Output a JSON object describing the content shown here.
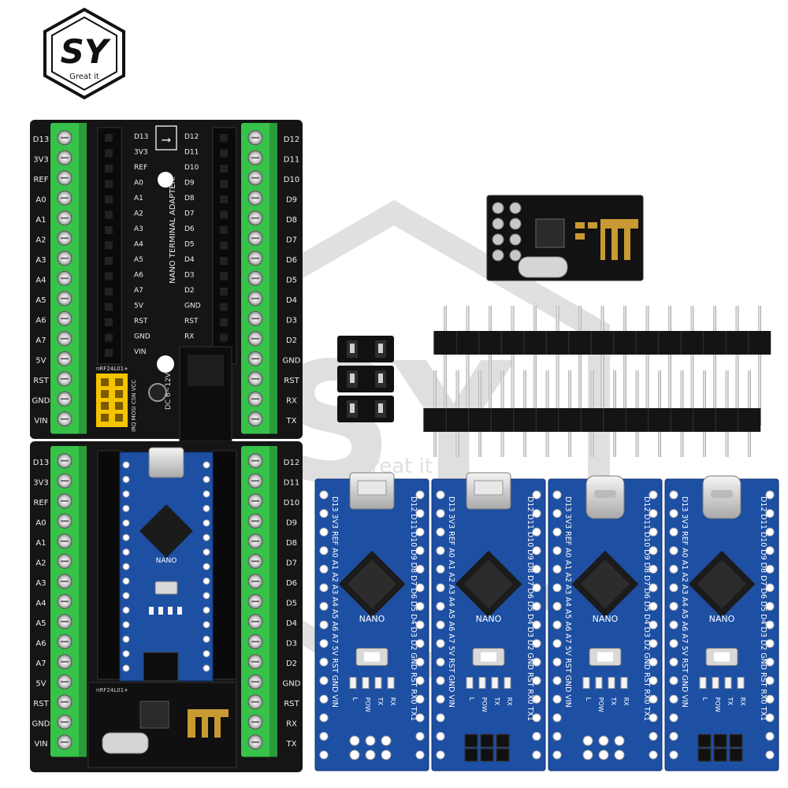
{
  "logo": {
    "monogram": "SY",
    "tagline": "Great it"
  },
  "watermark": {
    "text": "Great it"
  },
  "adapter_board": {
    "title": "NANO TERMINAL ADAPTER.",
    "power_label": "DC 6~12V",
    "rf_label": "nRF24L01+",
    "rf_pins": "IRQ MOSI CSN VCC",
    "left_edge_pins": [
      "D13",
      "3V3",
      "REF",
      "A0",
      "A1",
      "A2",
      "A3",
      "A4",
      "A5",
      "A6",
      "A7",
      "5V",
      "RST",
      "GND",
      "VIN"
    ],
    "right_edge_pins": [
      "D12",
      "D11",
      "D10",
      "D9",
      "D8",
      "D7",
      "D6",
      "D5",
      "D4",
      "D3",
      "D2",
      "GND",
      "RST",
      "RX",
      "TX"
    ],
    "inner_left_pins": [
      "D13",
      "3V3",
      "REF",
      "A0",
      "A1",
      "A2",
      "A3",
      "A4",
      "A5",
      "A6",
      "A7",
      "5V",
      "RST",
      "GND",
      "VIN"
    ],
    "inner_right_pins": [
      "D12",
      "D11",
      "D10",
      "D9",
      "D8",
      "D7",
      "D6",
      "D5",
      "D4",
      "D3",
      "D2",
      "GND",
      "RST",
      "RX",
      "TX"
    ]
  },
  "nano": {
    "label": "NANO",
    "leds": [
      "L",
      "POW",
      "TX",
      "RX"
    ],
    "top_left": "D13 3V3 REF A0 A1 A2 A3 A4 A5 A6 A7 5V RST GND VIN",
    "top_right": "D12 D11 D10 D9 D8 D7 D6 D5 D4 D3 D2 GND RST RX0 TX1"
  },
  "colors": {
    "terminal_green": "#37c24a",
    "pcb_black": "#151515",
    "nano_blue": "#1d4fa3",
    "header_yellow": "#f4c400",
    "gold": "#c89a33"
  }
}
